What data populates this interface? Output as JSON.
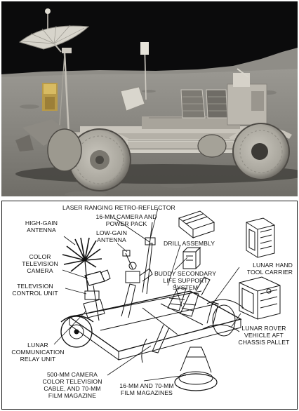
{
  "labels": {
    "laser_ranging": "LASER RANGING RETRO-REFLECTOR",
    "camera_16mm_line1": "16-mm CAMERA AND",
    "camera_16mm_line2": "POWER PACK",
    "high_gain_line1": "HIGH-GAIN",
    "high_gain_line2": "ANTENNA",
    "low_gain_line1": "LOW-GAIN",
    "low_gain_line2": "ANTENNA",
    "drill_assembly": "DRILL ASSEMBLY",
    "color_tv_line1": "COLOR",
    "color_tv_line2": "TELEVISION",
    "color_tv_line3": "CAMERA",
    "tv_control_line1": "TELEVISION",
    "tv_control_line2": "CONTROL UNIT",
    "buddy_line1": "BUDDY SECONDARY",
    "buddy_line2": "LIFE SUPPORT",
    "buddy_line3": "SYSTEM",
    "hand_tool_line1": "LUNAR HAND",
    "hand_tool_line2": "TOOL CARRIER",
    "lcru_line1": "LUNAR",
    "lcru_line2": "COMMUNICATION",
    "lcru_line3": "RELAY UNIT",
    "pallet_line1": "LUNAR ROVER",
    "pallet_line2": "VEHICLE AFT",
    "pallet_line3": "CHASSIS PALLET",
    "camera_500mm_line1": "500-mm CAMERA",
    "camera_500mm_line2": "COLOR TELEVISION",
    "camera_500mm_line3": "CABLE, AND 70-mm",
    "camera_500mm_line4": "FILM MAGAZINE",
    "film_mag_line1": "16-mm AND 70-mm",
    "film_mag_line2": "FILM MAGAZINES"
  },
  "colors": {
    "sky": "#0b0b0c",
    "regolith": "#8e8c86",
    "ink": "#111111"
  }
}
